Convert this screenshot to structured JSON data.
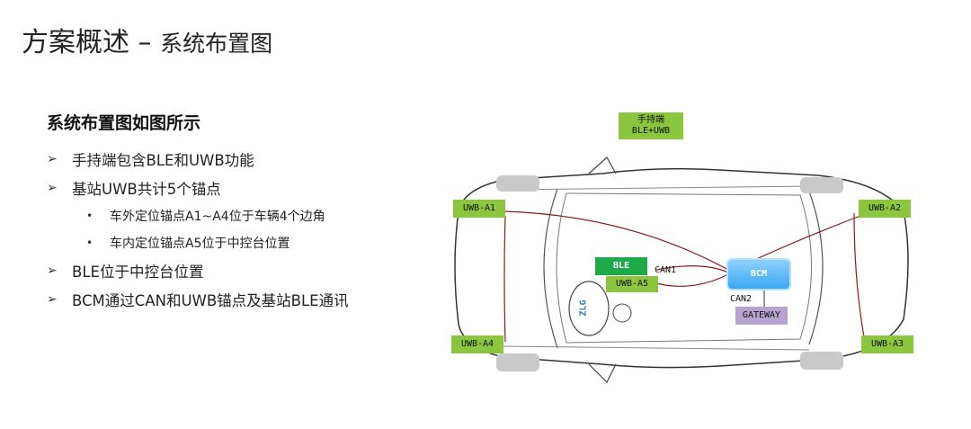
{
  "slide": {
    "title_main": "方案概述 –",
    "title_sub": "系统布置图"
  },
  "content": {
    "heading": "系统布置图如图所示",
    "bullets": [
      "手持端包含BLE和UWB功能",
      "基站UWB共计5个锚点",
      "车外定位锚点A1~A4位于车辆4个边角",
      "车内定位锚点A5位于中控台位置",
      "BLE位于中控台位置",
      "BCM通过CAN和UWB锚点及基站BLE通讯"
    ],
    "arrow_glyph": "➢",
    "dot_glyph": "•"
  },
  "diagram": {
    "handheld_line1": "手持端",
    "handheld_line2": "BLE+UWB",
    "uwb_a1": "UWB-A1",
    "uwb_a2": "UWB-A2",
    "uwb_a3": "UWB-A3",
    "uwb_a4": "UWB-A4",
    "uwb_a5": "UWB-A5",
    "ble": "BLE",
    "bcm": "BCM",
    "gateway": "GATEWAY",
    "can1": "CAN1",
    "can2": "CAN2",
    "steering_logo": "ZLG",
    "colors": {
      "anchor_green": "#8cc63f",
      "ble_green": "#1faa4a",
      "bcm_blue": "#3aa8f0",
      "gateway_purple": "#b7a3cf",
      "wire_red": "#8b1a1a"
    }
  }
}
